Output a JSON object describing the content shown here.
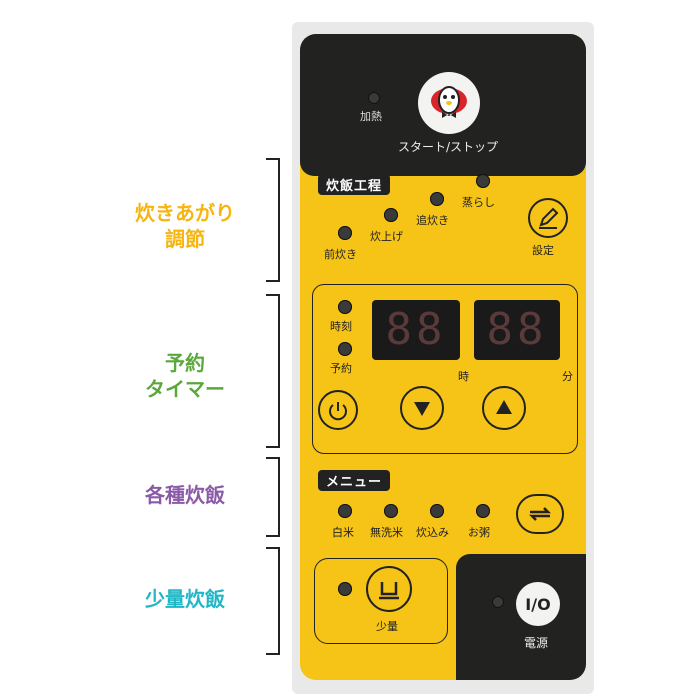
{
  "side_labels": {
    "finish": [
      "炊きあがり",
      "調節"
    ],
    "timer": [
      "予約",
      "タイマー"
    ],
    "menu": "各種炊飯",
    "small": "少量炊飯"
  },
  "colors": {
    "finish": "#f6b50f",
    "timer": "#5aa83a",
    "menu": "#8a5aa8",
    "small": "#20b6c6",
    "panel": "#f6c317",
    "dark": "#222221"
  },
  "top": {
    "heat_label": "加熱",
    "start_label": "スタート/ストップ"
  },
  "process": {
    "title": "炊飯工程",
    "steps": [
      "前炊き",
      "炊上げ",
      "追炊き",
      "蒸らし"
    ],
    "set_label": "設定"
  },
  "timer": {
    "clock_label": "時刻",
    "reserve_label": "予約",
    "hour_unit": "時",
    "min_unit": "分",
    "display_hours": "88",
    "display_minutes": "88"
  },
  "menu": {
    "title": "メニュー",
    "items": [
      "白米",
      "無洗米",
      "炊込み",
      "お粥"
    ]
  },
  "small": {
    "label": "少量"
  },
  "power": {
    "label": "電源",
    "symbol": "I/O"
  },
  "icons": [
    "pencil-icon",
    "clock-icon",
    "down-arrow-icon",
    "up-arrow-icon",
    "cycle-icon",
    "pot-icon",
    "power-icon",
    "mascot-icon"
  ]
}
